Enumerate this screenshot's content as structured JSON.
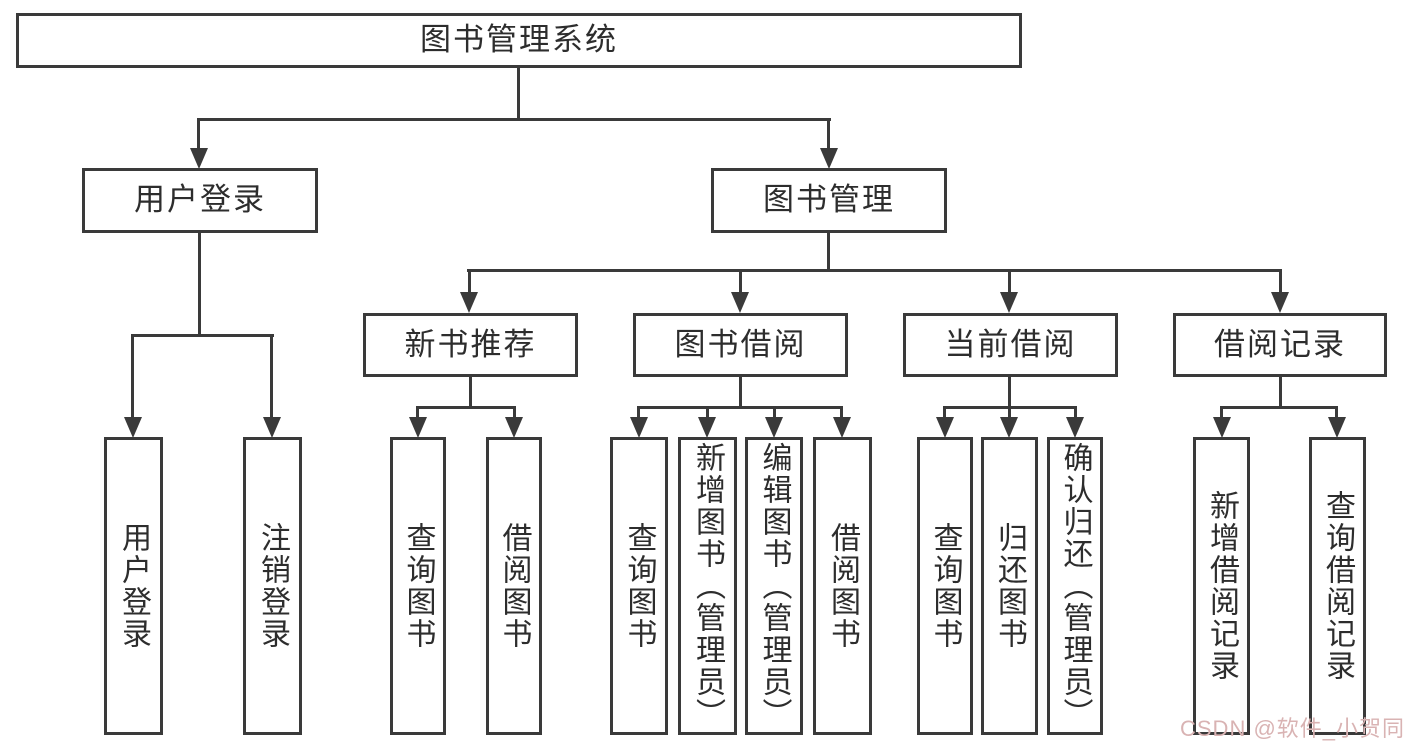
{
  "diagram": {
    "title": "图书管理系统",
    "level2": {
      "login": "用户登录",
      "book_mgmt": "图书管理"
    },
    "level3": {
      "new_book": "新书推荐",
      "book_borrow": "图书借阅",
      "current_borrow": "当前借阅",
      "borrow_records": "借阅记录"
    },
    "leaves": {
      "user_login": "用户登录",
      "logout": "注销登录",
      "nb_query_book": "查询图书",
      "nb_borrow_book": "借阅图书",
      "bb_query_book": "查询图书",
      "bb_add_book": "新增图书（管理员）",
      "bb_edit_book": "编辑图书（管理员）",
      "bb_borrow_book": "借阅图书",
      "cb_query_book": "查询图书",
      "cb_return_book": "归还图书",
      "cb_confirm_return": "确认归还（管理员）",
      "br_add_record": "新增借阅记录",
      "br_query_record": "查询借阅记录"
    }
  },
  "watermark": {
    "text": "CSDN @软件_小贺同学",
    "color": "#d9b3b3"
  },
  "colors": {
    "line": "#3a3a3a",
    "text": "#2d2d2d",
    "background": "#ffffff"
  }
}
